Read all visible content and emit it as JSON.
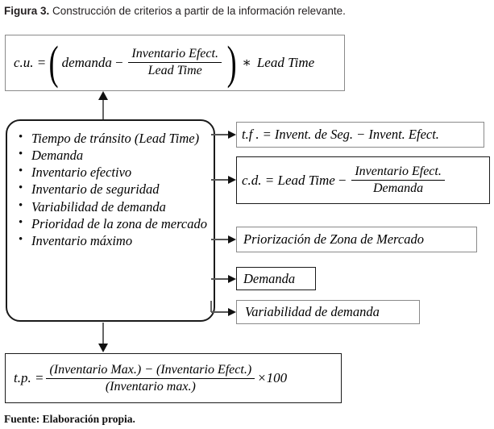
{
  "caption": {
    "label": "Figura 3.",
    "text": " Construcción de criterios a partir de la información relevante."
  },
  "top_formula": {
    "lhs": "c.u. =",
    "open_paren": "(",
    "term1": "demanda",
    "minus": "−",
    "numerator": "Inventario Efect.",
    "denominator": "Lead Time",
    "close_paren": ")",
    "asterisk": "∗",
    "factor": "Lead Time"
  },
  "criteria_box": {
    "items": [
      "Tiempo de tránsito (Lead Time)",
      "Demanda",
      "Inventario efectivo",
      "Inventario de seguridad",
      "Variabilidad de demanda",
      "Prioridad de la zona  de mercado",
      "Inventario máximo"
    ]
  },
  "outputs": {
    "tf": {
      "text": "t.f . = Invent. de Seg. − Invent. Efect."
    },
    "cd": {
      "lhs": "c.d. = Lead Time",
      "minus": "−",
      "numerator": "Inventario Efect.",
      "denominator": "Demanda"
    },
    "priorizacion": {
      "text": "Priorización  de Zona de Mercado"
    },
    "demanda": {
      "text": "Demanda"
    },
    "variabilidad": {
      "text": "Variabilidad de demanda"
    }
  },
  "bottom_formula": {
    "lhs": "t.p. =",
    "numerator": "(Inventario Max.) − (Inventario Efect.)",
    "denominator": "(Inventario max.)",
    "multiplier": "×100"
  },
  "source": {
    "text": "Fuente: Elaboración propia."
  },
  "colors": {
    "box_border": "#8a8a8a",
    "box_border_dark": "#1a1a1a",
    "arrow": "#666666",
    "text": "#000000",
    "caption_text": "#231f20",
    "background": "#ffffff"
  }
}
